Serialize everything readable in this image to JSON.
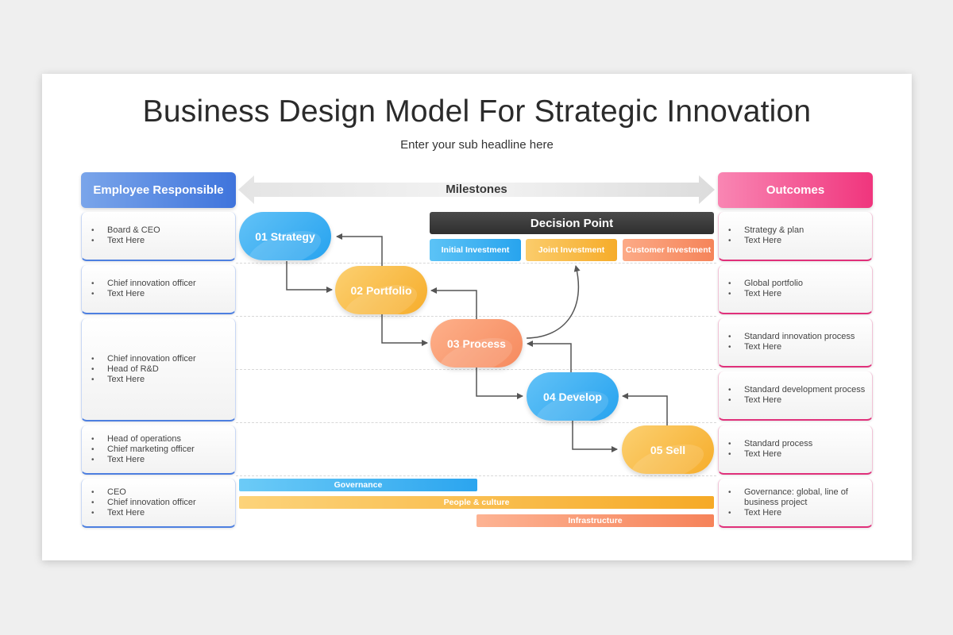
{
  "title": "Business Design Model For Strategic Innovation",
  "subtitle": "Enter your sub headline here",
  "headers": {
    "left": "Employee Responsible",
    "center": "Milestones",
    "right": "Outcomes"
  },
  "decision": {
    "title": "Decision Point",
    "investments": [
      "Initial Investment",
      "Joint Investment",
      "Customer Investment"
    ]
  },
  "nodes": [
    "01 Strategy",
    "02 Portfolio",
    "03 Process",
    "04 Develop",
    "05 Sell"
  ],
  "left_cards": [
    [
      "Board & CEO",
      "Text Here"
    ],
    [
      "Chief innovation officer",
      "Text Here"
    ],
    [
      "Chief innovation officer",
      "Head of R&D",
      "Text Here"
    ],
    [
      "Head of operations",
      "Chief marketing officer",
      "Text Here"
    ],
    [
      "CEO",
      "Chief innovation officer",
      "Text Here"
    ]
  ],
  "right_cards": [
    [
      "Strategy & plan",
      "Text Here"
    ],
    [
      "Global portfolio",
      "Text Here"
    ],
    [
      "Standard innovation process",
      "Text Here"
    ],
    [
      "Standard development process",
      "Text Here"
    ],
    [
      "Standard process",
      "Text Here"
    ],
    [
      "Governance: global, line of business project",
      "Text Here"
    ]
  ],
  "bars": [
    "Governance",
    "People & culture",
    "Infrastructure"
  ],
  "colors": {
    "left_accent": "#3f74dc",
    "right_accent": "#f0357d",
    "blue": "#27a3ef",
    "yellow": "#f6ad2b",
    "orange": "#f68a5e",
    "decision": "#333333"
  }
}
